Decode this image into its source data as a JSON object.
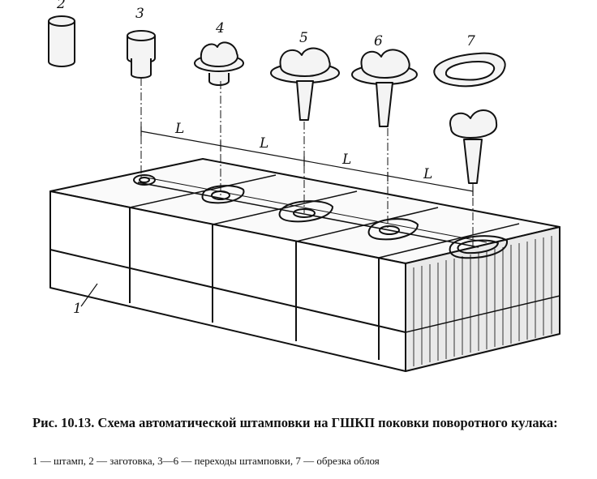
{
  "figure": {
    "labels": {
      "base": "1",
      "blank": "2",
      "step3": "3",
      "step4": "4",
      "step5": "5",
      "step6": "6",
      "step7": "7",
      "pitch": "L"
    }
  },
  "caption": {
    "title": "Рис. 10.13. Схема автоматической штамповки на ГШКП поковки поворотного кулака:",
    "legend": "1 — штамп, 2 — заготовка, 3—6 — переходы штамповки, 7 — обрезка облоя"
  }
}
